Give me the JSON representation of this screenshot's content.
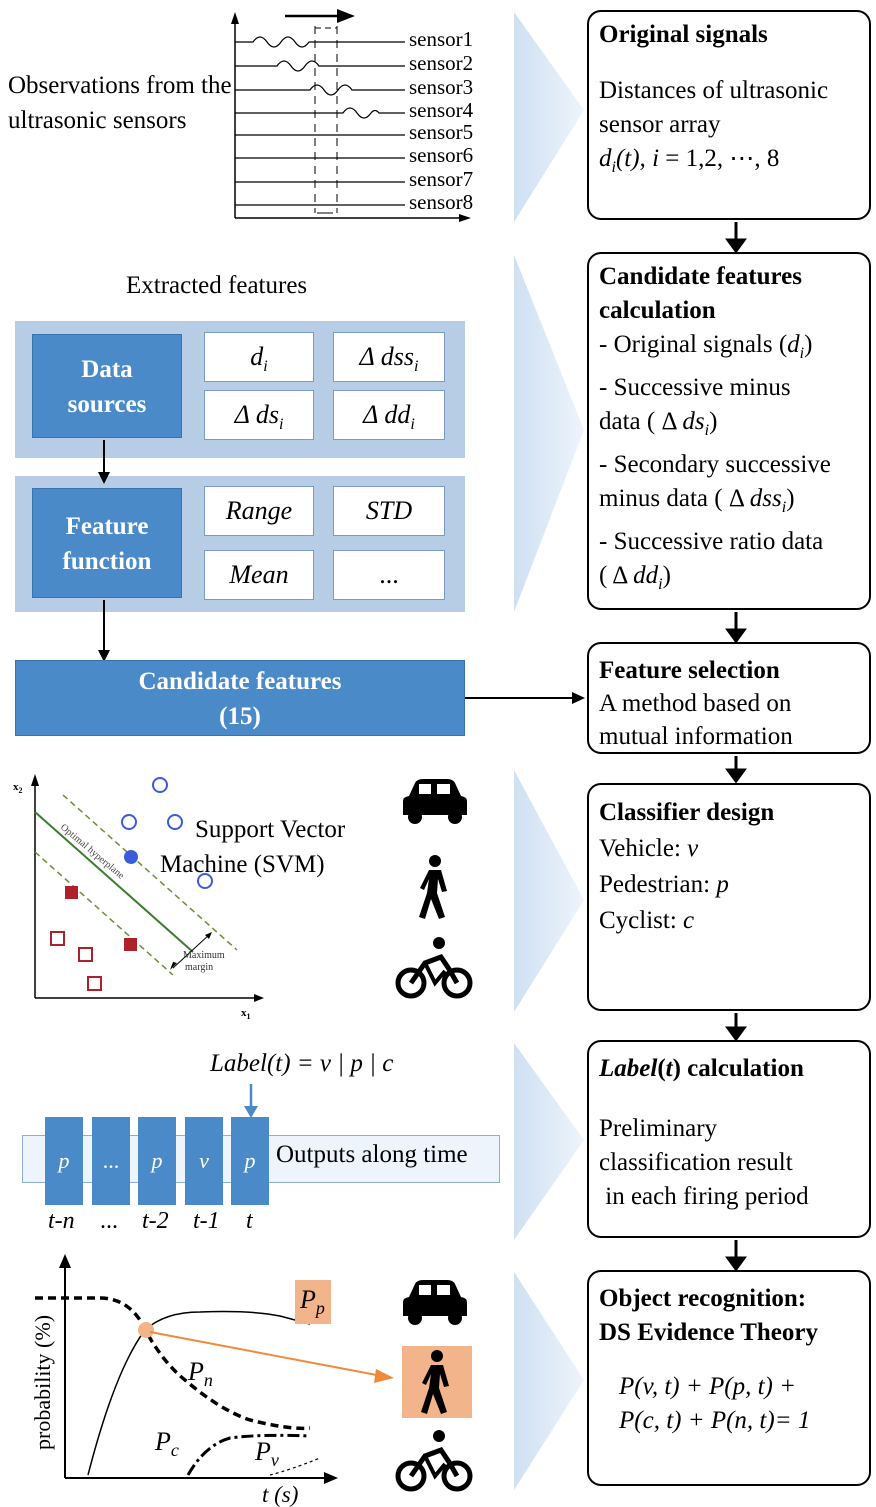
{
  "observations": {
    "caption": "Observations from the ultrasonic sensors",
    "sensors": [
      "sensor1",
      "sensor2",
      "sensor3",
      "sensor4",
      "sensor5",
      "sensor6",
      "sensor7",
      "sensor8"
    ]
  },
  "steps": {
    "original": {
      "title": "Original signals",
      "line1": "Distances of ultrasonic",
      "line2": "sensor array",
      "formula_d": "d",
      "formula_i": "i",
      "formula_rest": "(t), ",
      "formula_i2": "i",
      "formula_tail": " = 1,2, ⋯, 8"
    },
    "candidate": {
      "title1": "Candidate features",
      "title2": "calculation",
      "items": [
        "- Original signals (",
        "- Successive minus",
        "data ( Δ ",
        "- Secondary successive",
        "minus data ( Δ ",
        "- Successive ratio data",
        "( Δ "
      ]
    },
    "selection": {
      "title": "Feature selection",
      "line1": "A method based on",
      "line2": "mutual information"
    },
    "classifier": {
      "title": "Classifier design",
      "lines": [
        "Vehicle: ",
        "Pedestrian: ",
        "Cyclist: "
      ],
      "vars": [
        "v",
        "p",
        "c"
      ]
    },
    "label": {
      "title_a": "Label",
      "title_b": "(",
      "title_c": "t",
      "title_d": ") calculation",
      "lines": [
        "Preliminary",
        "classification result",
        " in each firing period"
      ]
    },
    "recognition": {
      "title1": "Object recognition:",
      "title2": "DS Evidence Theory",
      "eq1": "P(v, t) + P(p, t) +",
      "eq2": "P(c, t) + P(n, t)= 1"
    }
  },
  "features": {
    "caption": "Extracted features",
    "data_sources_label": "Data sources",
    "feature_function_label": "Feature function",
    "data_cells": [
      "d",
      "Δ dss",
      "Δ ds",
      "Δ dd"
    ],
    "function_cells": [
      "Range",
      "STD",
      "Mean",
      "..."
    ],
    "candidate_label": "Candidate features",
    "candidate_count": "(15)"
  },
  "svm": {
    "label": "Support Vector Machine (SVM)",
    "label_line1": "Support Vector",
    "label_line2": "Machine (SVM)",
    "x_axis": "x",
    "y_axis": "x",
    "hyperplane": "Optimal hyperplane",
    "margin": "Maximum margin",
    "margin_line1": "Maximum",
    "margin_line2": "margin"
  },
  "timeline": {
    "formula": "Label(t) = v | p | c",
    "outputs_label": "Outputs along time",
    "cells": [
      "p",
      "...",
      "p",
      "v",
      "p"
    ],
    "ticks": [
      "t-n",
      "...",
      "t-2",
      "t-1",
      "t"
    ]
  },
  "prob_chart": {
    "ylabel": "probability  (%)",
    "xlabel": "t (s)",
    "curves": [
      "P",
      "P",
      "P",
      "P"
    ],
    "subs": [
      "p",
      "n",
      "c",
      "v"
    ]
  },
  "colors": {
    "accent_blue": "#4a8ac8",
    "panel_blue": "#b7cde6",
    "orange": "#ee8a3a",
    "highlight": "#f2b48a"
  }
}
